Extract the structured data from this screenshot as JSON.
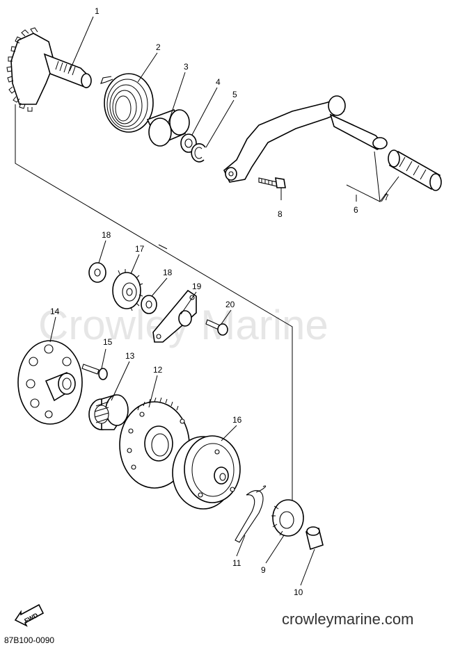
{
  "watermark": "Crowley Marine",
  "site_label": "crowleymarine.com",
  "diagram_code": "87B100-0090",
  "fwd_label": "FWD",
  "callouts": [
    "1",
    "2",
    "3",
    "4",
    "5",
    "6",
    "7",
    "8",
    "9",
    "10",
    "11",
    "12",
    "13",
    "14",
    "15",
    "16",
    "17",
    "18",
    "18",
    "19",
    "20"
  ]
}
